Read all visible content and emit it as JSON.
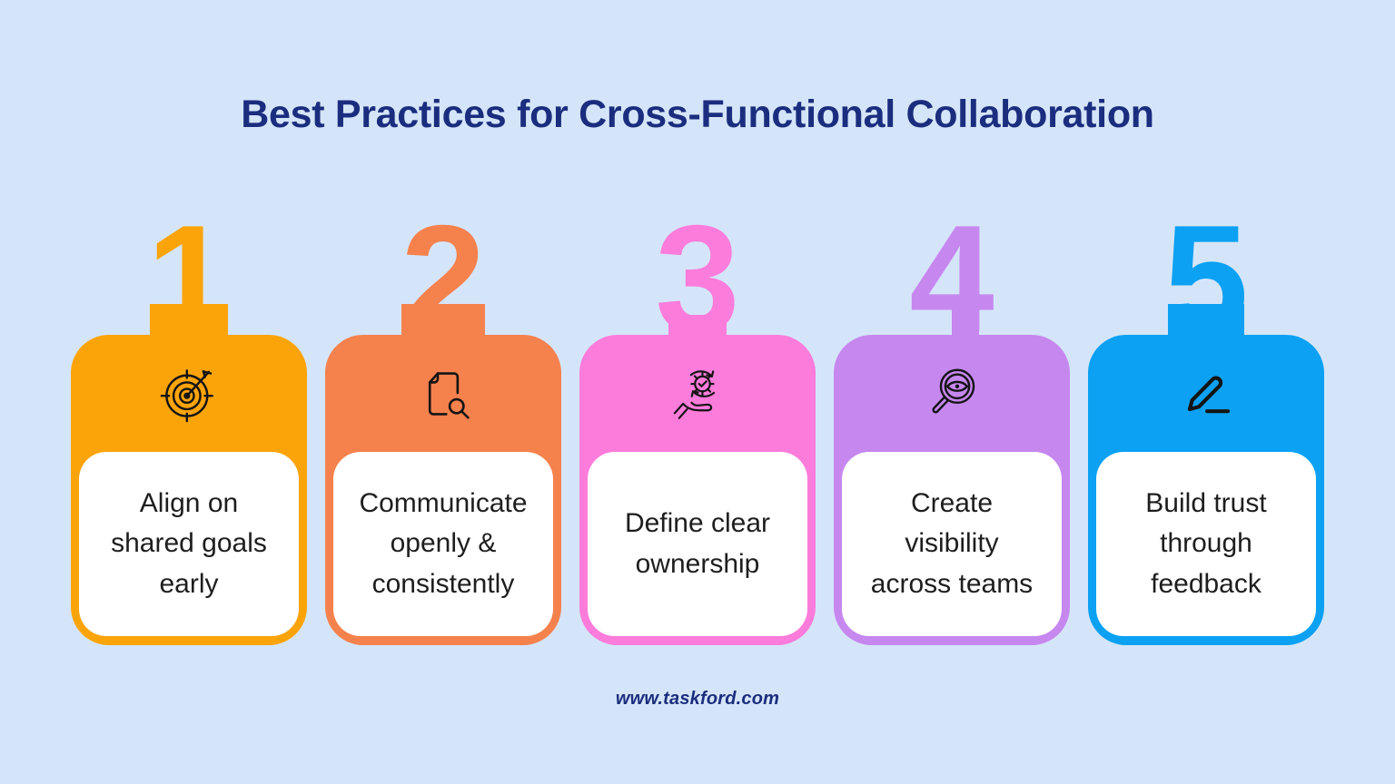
{
  "page": {
    "title": "Best Practices for Cross-Functional Collaboration",
    "footer_url": "www.taskford.com",
    "background_color": "#D5E5F9",
    "heading_color": "#1B2D7E",
    "icon_color": "#141414",
    "panel_color": "#FFFFFF",
    "text_color": "#1E1E1E"
  },
  "cards": [
    {
      "number": "1",
      "color": "#FBA40A",
      "icon": "target-goal",
      "text": "Align on shared goals early",
      "lines": [
        "Align on",
        "shared goals",
        "early"
      ]
    },
    {
      "number": "2",
      "color": "#F5814D",
      "icon": "document-search",
      "text": "Communicate openly & consistently",
      "lines": [
        "Communicate",
        "openly &",
        "consistently"
      ]
    },
    {
      "number": "3",
      "color": "#FB7CDB",
      "icon": "gear-hand",
      "text": "Define clear ownership",
      "lines": [
        "Define clear",
        "ownership"
      ]
    },
    {
      "number": "4",
      "color": "#C687EF",
      "icon": "visibility-search",
      "text": "Create visibility across teams",
      "lines": [
        "Create",
        "visibility",
        "across teams"
      ]
    },
    {
      "number": "5",
      "color": "#0CA1F2",
      "icon": "pencil-edit",
      "text": "Build trust through feedback",
      "lines": [
        "Build trust",
        "through",
        "feedback"
      ]
    }
  ]
}
